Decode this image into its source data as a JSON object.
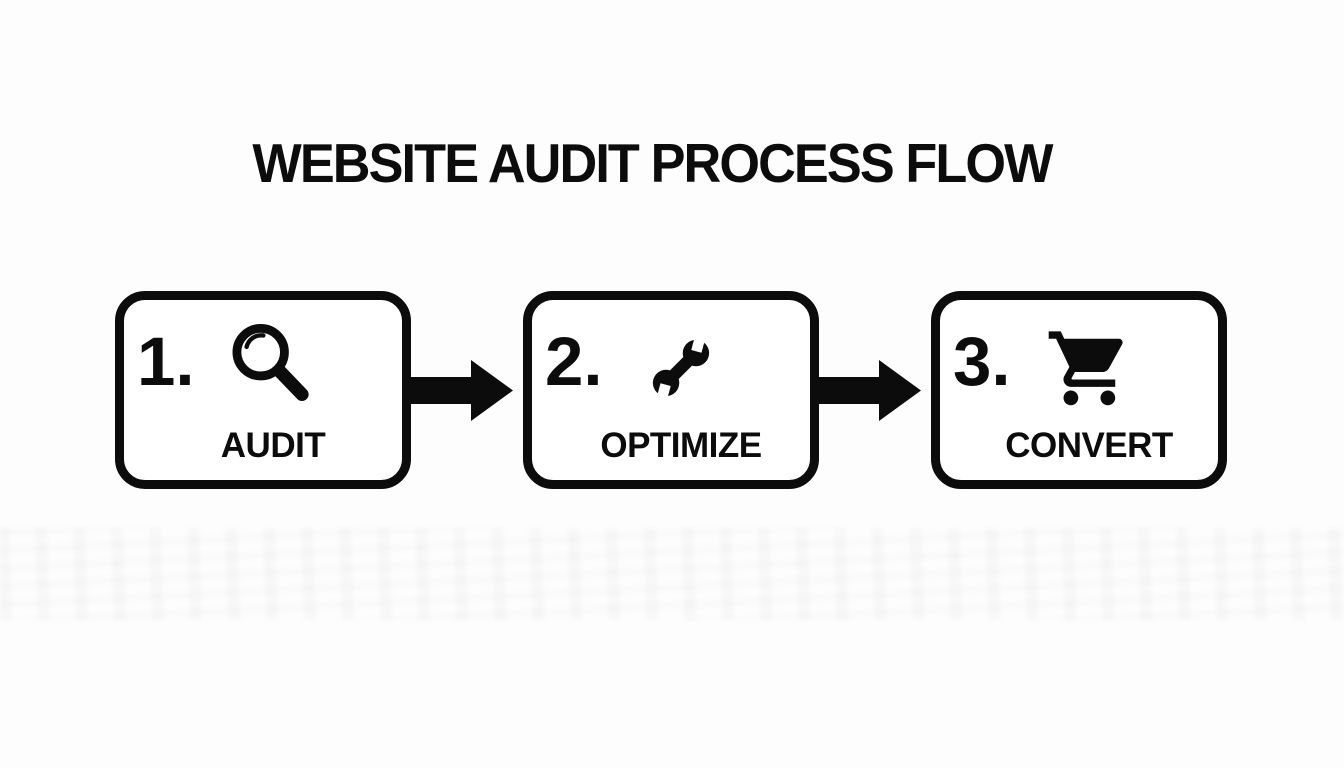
{
  "title": "WEBSITE AUDIT PROCESS FLOW",
  "diagram": {
    "type": "process-flow",
    "direction": "left-to-right",
    "steps": [
      {
        "number": "1.",
        "label": "AUDIT",
        "icon": "magnifier-search-icon"
      },
      {
        "number": "2.",
        "label": "OPTIMIZE",
        "icon": "wrench-icon"
      },
      {
        "number": "3.",
        "label": "CONVERT",
        "icon": "shopping-cart-icon"
      }
    ],
    "connectors": [
      {
        "from_step": "AUDIT",
        "to_step": "OPTIMIZE",
        "shape": "solid-right-arrow"
      },
      {
        "from_step": "OPTIMIZE",
        "to_step": "CONVERT",
        "shape": "solid-right-arrow"
      }
    ]
  },
  "colors": {
    "ink": "#0c0c0c",
    "background": "#fdfdfd",
    "box_fill": "#ffffff"
  }
}
